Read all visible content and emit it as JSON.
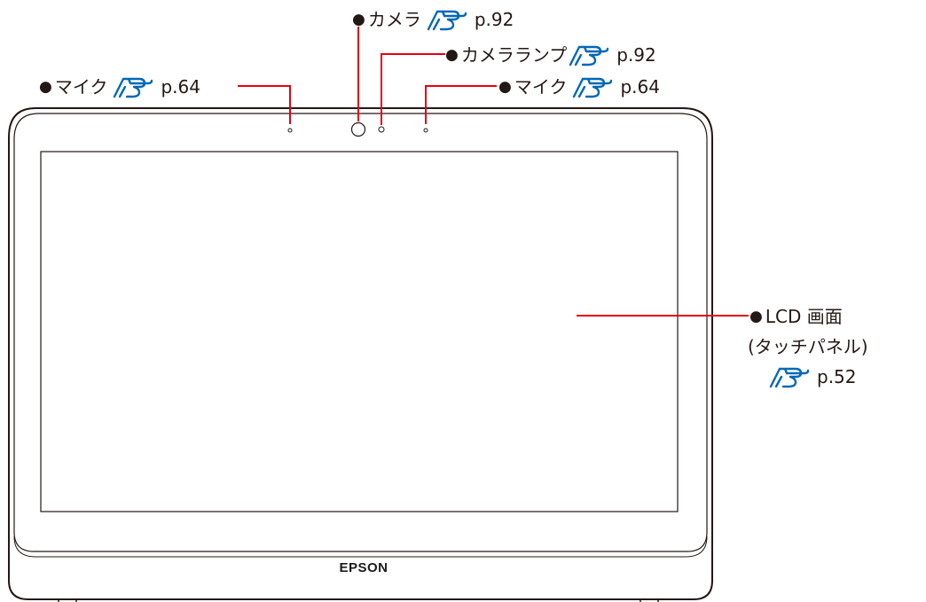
{
  "callouts": {
    "camera": {
      "label": "カメラ",
      "page": "p.92"
    },
    "camera_lamp": {
      "label": "カメラランプ",
      "page": "p.92"
    },
    "mic_left": {
      "label": "マイク",
      "page": "p.64"
    },
    "mic_right": {
      "label": "マイク",
      "page": "p.64"
    },
    "lcd": {
      "label": "LCD 画面",
      "sublabel": "(タッチパネル)",
      "page": "p.52"
    }
  },
  "bullet_glyph": "●",
  "brand": "EPSON",
  "colors": {
    "leader_line": "#e60012",
    "reference_icon": "#0068b7",
    "device_outline": "#231815"
  },
  "icons": {
    "page_reference": "pointing-hand-icon"
  }
}
